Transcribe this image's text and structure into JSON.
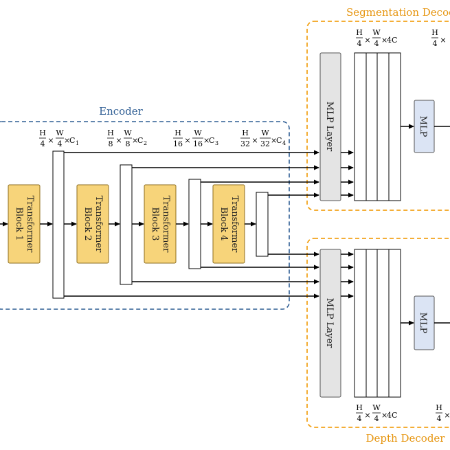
{
  "encoder": {
    "title": "Encoder",
    "blocks": [
      {
        "line1": "Transformer",
        "line2": "Block 1"
      },
      {
        "line1": "Transformer",
        "line2": "Block 2"
      },
      {
        "line1": "Transformer",
        "line2": "Block 3"
      },
      {
        "line1": "Transformer",
        "line2": "Block 4"
      }
    ],
    "features": [
      {
        "num_h": "H",
        "den_h": "4",
        "num_w": "W",
        "den_w": "4",
        "ch": "C",
        "ch_sub": "1"
      },
      {
        "num_h": "H",
        "den_h": "8",
        "num_w": "W",
        "den_w": "8",
        "ch": "C",
        "ch_sub": "2"
      },
      {
        "num_h": "H",
        "den_h": "16",
        "num_w": "W",
        "den_w": "16",
        "ch": "C",
        "ch_sub": "3"
      },
      {
        "num_h": "H",
        "den_h": "32",
        "num_w": "W",
        "den_w": "32",
        "ch": "C",
        "ch_sub": "4"
      }
    ]
  },
  "segmentation_decoder": {
    "title": "Segmentation Decoder",
    "mlp_layer": "MLP Layer",
    "mlp": "MLP",
    "dims": {
      "num_h": "H",
      "den_h": "4",
      "num_w": "W",
      "den_w": "4",
      "ch": "4C"
    },
    "dims_right": {
      "num_h": "H",
      "den_h": "4"
    }
  },
  "depth_decoder": {
    "title": "Depth Decoder",
    "mlp_layer": "MLP Layer",
    "mlp": "MLP",
    "dims": {
      "num_h": "H",
      "den_h": "4",
      "num_w": "W",
      "den_w": "4",
      "ch": "4C"
    },
    "dims_right": {
      "num_h": "H",
      "den_h": "4"
    }
  },
  "colors": {
    "encoder_border": "#2f5e94",
    "encoder_title": "#2f5e94",
    "decoder_border": "#f2a31b",
    "decoder_title": "#e6950f",
    "block_fill": "#f7d47a",
    "block_stroke": "#8c6d1f",
    "mlp_layer_fill": "#e4e4e4",
    "mlp_fill": "#dbe4f4",
    "line": "#000000"
  }
}
